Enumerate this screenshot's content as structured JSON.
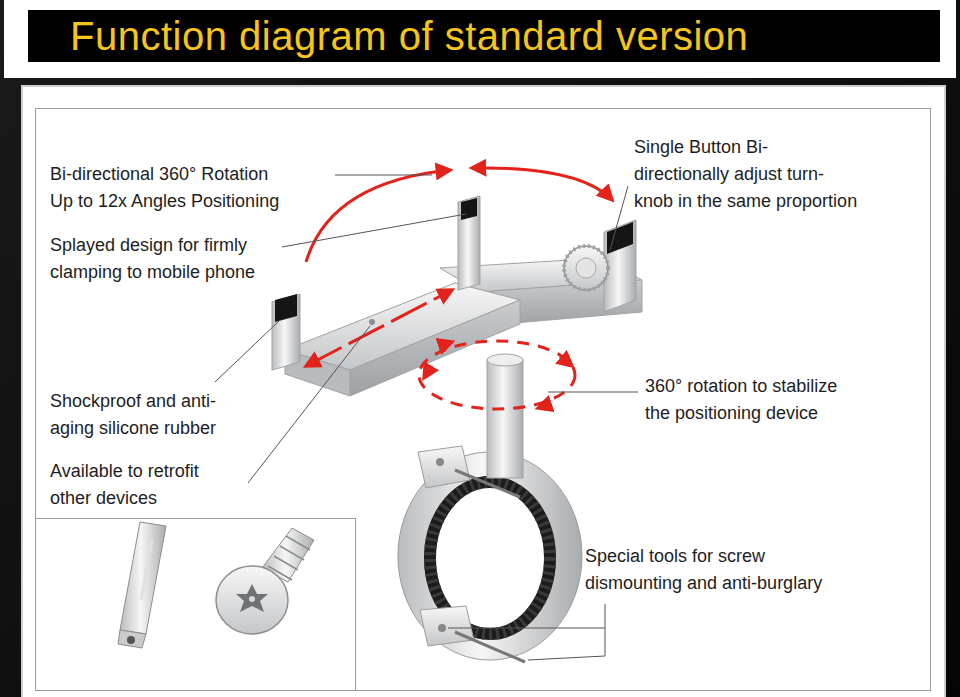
{
  "diagram": {
    "title": "Function diagram of standard version",
    "labels": [
      "Bi-directional 360° Rotation Up to 12x Angles Positioning",
      "Splayed design for firmly clamping to mobile phone",
      "Single Button Bi-directionally adjust turn-knob in the same proportion",
      "Shockproof and anti-aging silicone rubber",
      "Available to retrofit other devices",
      "360° rotation to stabilize the positioning device",
      "Special tools for screw dismounting and anti-burglary"
    ]
  }
}
